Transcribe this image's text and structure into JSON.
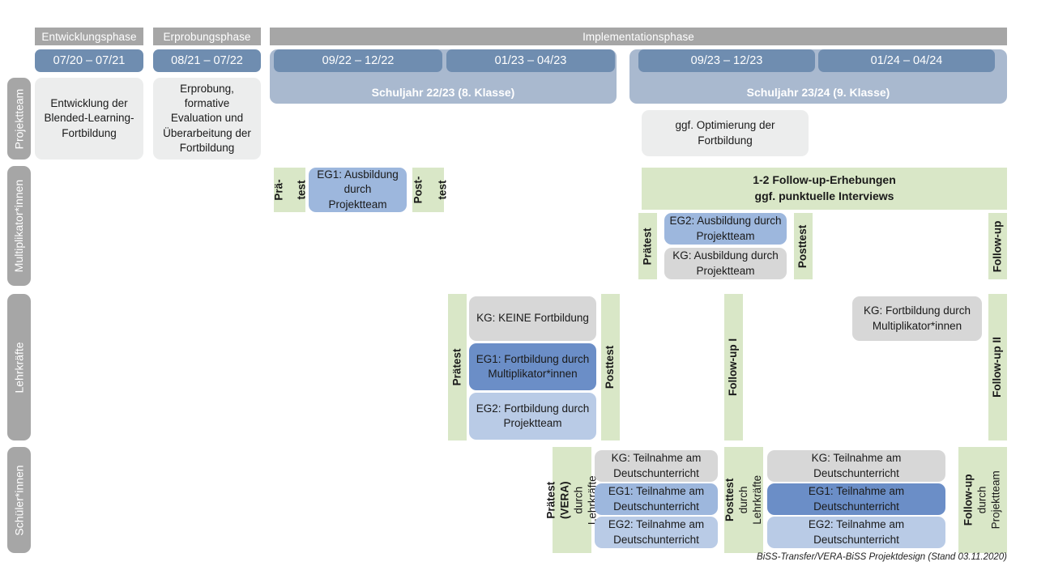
{
  "timeline": {
    "phases": [
      {
        "label": "Entwicklungsphase"
      },
      {
        "label": "Erprobungsphase"
      },
      {
        "label": "Implementationsphase"
      }
    ],
    "dates": [
      {
        "label": "07/20 – 07/21"
      },
      {
        "label": "08/21 – 07/22"
      },
      {
        "label": "09/22 – 12/22"
      },
      {
        "label": "01/23 – 04/23"
      },
      {
        "label": "09/23 – 12/23"
      },
      {
        "label": "01/24 – 04/24"
      }
    ],
    "school_years": [
      {
        "label": "Schuljahr 22/23 (8. Klasse)"
      },
      {
        "label": "Schuljahr 23/24 (9. Klasse)"
      }
    ]
  },
  "sidebar": {
    "items": [
      {
        "label": "Projektteam"
      },
      {
        "label": "Multiplikator*innen"
      },
      {
        "label": "Lehrkräfte"
      },
      {
        "label": "Schüler*innen"
      }
    ]
  },
  "projektteam": {
    "entwicklung": "Entwicklung der Blended-Learning-Fortbildung",
    "erprobung": "Erprobung, formative Evaluation und Überarbeitung der Fortbildung",
    "optimierung": "ggf. Optimierung der Fortbildung"
  },
  "multiplikatoren": {
    "praetest_l1": "Prä-",
    "praetest_l2": "test",
    "posttest_l1": "Post-",
    "posttest_l2": "test",
    "eg1": "EG1: Ausbildung durch Projektteam",
    "followup_banner_l1": "1-2 Follow-up-Erhebungen",
    "followup_banner_l2": "ggf. punktuelle Interviews",
    "praetest2": "Prätest",
    "posttest2": "Posttest",
    "eg2": "EG2:  Ausbildung durch Projektteam",
    "kg": "KG: Ausbildung durch Projektteam",
    "followup": "Follow-up"
  },
  "lehrkraefte": {
    "praetest": "Prätest",
    "posttest": "Posttest",
    "kg_keine": "KG:  KEINE Fortbildung",
    "eg1": "EG1: Fortbildung durch Multiplikator*innen",
    "eg2": "EG2: Fortbildung durch Projektteam",
    "followup_1": "Follow-up I",
    "kg_fortbildung": "KG: Fortbildung durch Multiplikator*innen",
    "followup_2": "Follow-up II"
  },
  "schueler": {
    "praetest_main": "Prätest (VERA)",
    "praetest_sub": "durch Lehrkräfte",
    "posttest_main": "Posttest",
    "posttest_sub": "durch Lehrkräfte",
    "followup_main": "Follow-up",
    "followup_sub": "durch Projektteam",
    "left": [
      {
        "label": "KG: Teilnahme am Deutschunterricht"
      },
      {
        "label": "EG1: Teilnahme am Deutschunterricht"
      },
      {
        "label": "EG2: Teilnahme am Deutschunterricht"
      }
    ],
    "right": [
      {
        "label": "KG: Teilnahme am Deutschunterricht"
      },
      {
        "label": "EG1: Teilnahme am Deutschunterricht"
      },
      {
        "label": "EG2: Teilnahme am Deutschunterricht"
      }
    ]
  },
  "footer": {
    "note": "BiSS-Transfer/VERA-BiSS Projektdesign (Stand 03.11.2020)"
  },
  "colors": {
    "grey_header": "#a6a6a6",
    "date_blue": "#6f8db0",
    "year_blue": "#a9b9cf",
    "green": "#d9e7c7",
    "card_grey": "#eceded",
    "card_grey_2": "#d7d7d7",
    "blue_dark": "#6b8ec7",
    "blue_mid": "#9db7dd",
    "blue_light": "#b9cbe6"
  }
}
